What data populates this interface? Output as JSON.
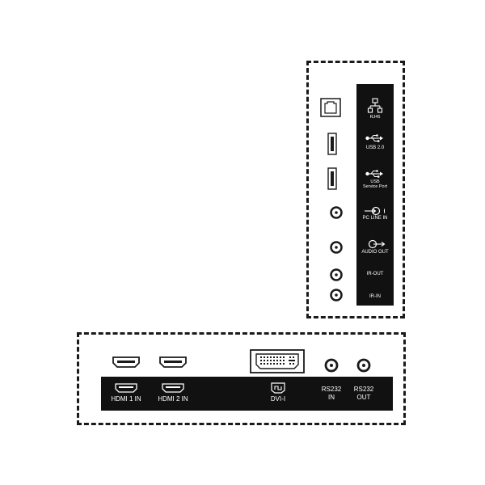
{
  "side_panel": {
    "labels": {
      "rj45": "RJ45",
      "usb20": "USB 2.0",
      "usb_service_line1": "USB",
      "usb_service_line2": "Service Port",
      "pc_line_in": "PC LINE IN",
      "audio_out": "AUDIO OUT",
      "ir_out": "IR-OUT",
      "ir_in": "IR-IN"
    },
    "icons": [
      "network-icon",
      "usb-icon",
      "usb-icon",
      "audio-in-icon",
      "audio-out-icon"
    ]
  },
  "bottom_panel": {
    "labels": {
      "hdmi1": "HDMI 1 IN",
      "hdmi2": "HDMI 2 IN",
      "dvi": "DVI-I",
      "rs232_in_line1": "RS232",
      "rs232_in_line2": "IN",
      "rs232_out_line1": "RS232",
      "rs232_out_line2": "OUT"
    },
    "icons": [
      "hdmi-icon",
      "hdmi-icon",
      "dvi-icon"
    ]
  },
  "colors": {
    "strip": "#111111",
    "line": "#1a1a1a",
    "background": "#ffffff"
  }
}
